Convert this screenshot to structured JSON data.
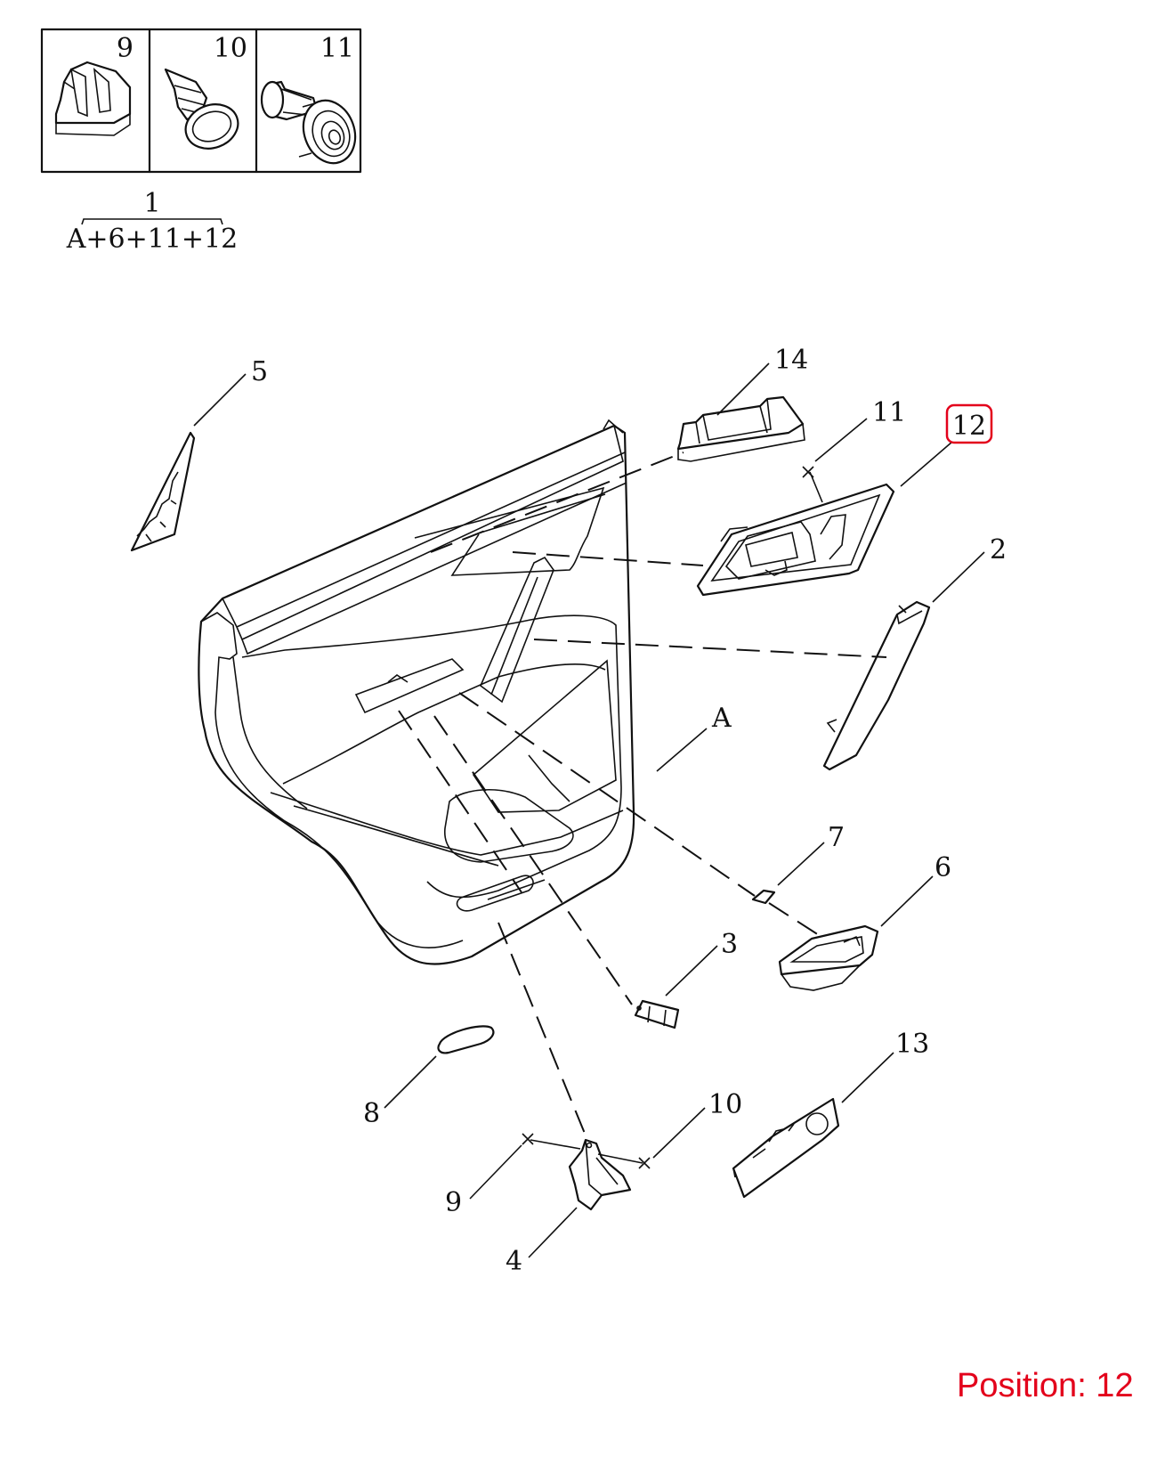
{
  "inset": {
    "cells": [
      {
        "label": "9",
        "icon": "push-clip-icon"
      },
      {
        "label": "10",
        "icon": "tree-rivet-icon"
      },
      {
        "label": "11",
        "icon": "trim-clip-icon"
      }
    ],
    "kit_number": "1",
    "kit_formula": "A+6+11+12"
  },
  "callouts": {
    "c5": "5",
    "c14": "14",
    "c11": "11",
    "c12": "12",
    "c2": "2",
    "cA": "A",
    "c7": "7",
    "c6": "6",
    "c3": "3",
    "c8": "8",
    "c10": "10",
    "c13": "13",
    "c9": "9",
    "c4": "4"
  },
  "highlight": {
    "number": "12",
    "color": "#e3001b"
  },
  "position_label": "Position: 12"
}
